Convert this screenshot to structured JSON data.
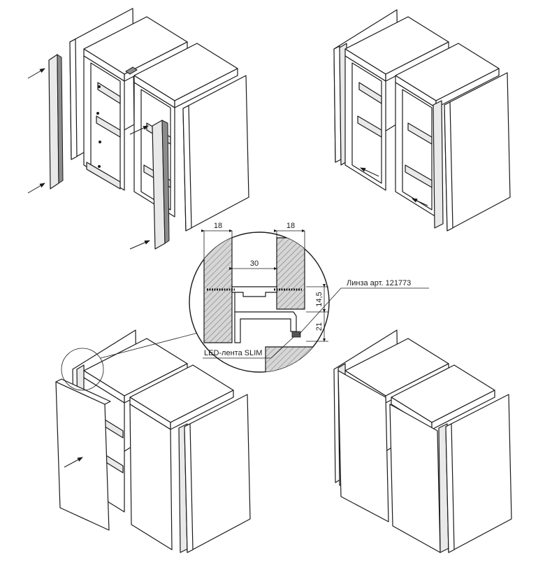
{
  "detail": {
    "dim_left": "18",
    "dim_right": "18",
    "dim_gap": "30",
    "dim_vertical_top": "14,5",
    "dim_vertical_bottom": "21",
    "lens_label": "Линза арт. 121773",
    "led_label": "LED-лента SLIM"
  }
}
